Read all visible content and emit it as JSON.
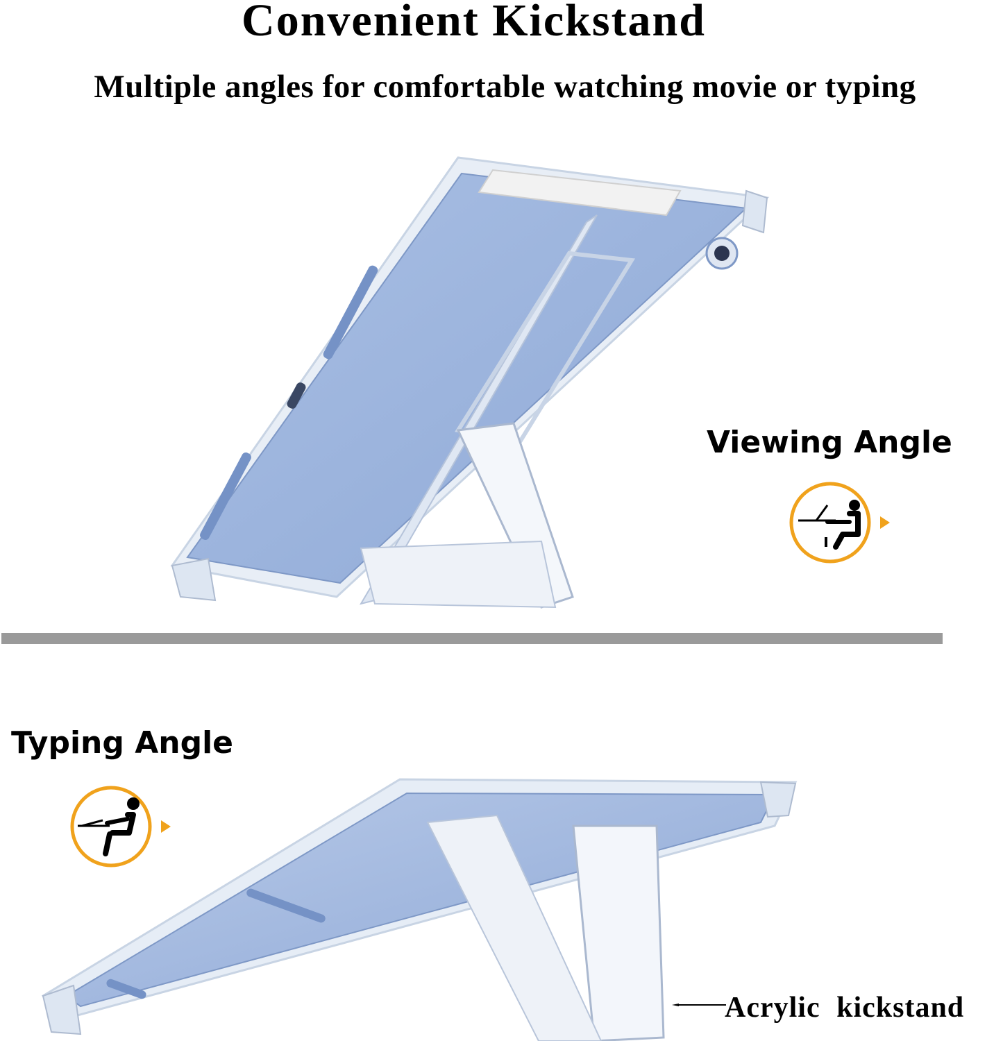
{
  "header": {
    "title": "Convenient Kickstand",
    "subtitle": "Multiple angles for comfortable watching movie or typing"
  },
  "viewing": {
    "label": "Viewing Angle",
    "icon": "person-seated-viewing-icon"
  },
  "typing": {
    "label": "Typing Angle",
    "icon": "person-seated-typing-icon"
  },
  "callout": {
    "label": "Acrylic  kickstand",
    "arrow_icon": "left-arrow-icon"
  },
  "colors": {
    "accent_orange": "#f0a21c",
    "case_blue": "#9db4dc",
    "divider_gray": "#9a9a9a"
  }
}
